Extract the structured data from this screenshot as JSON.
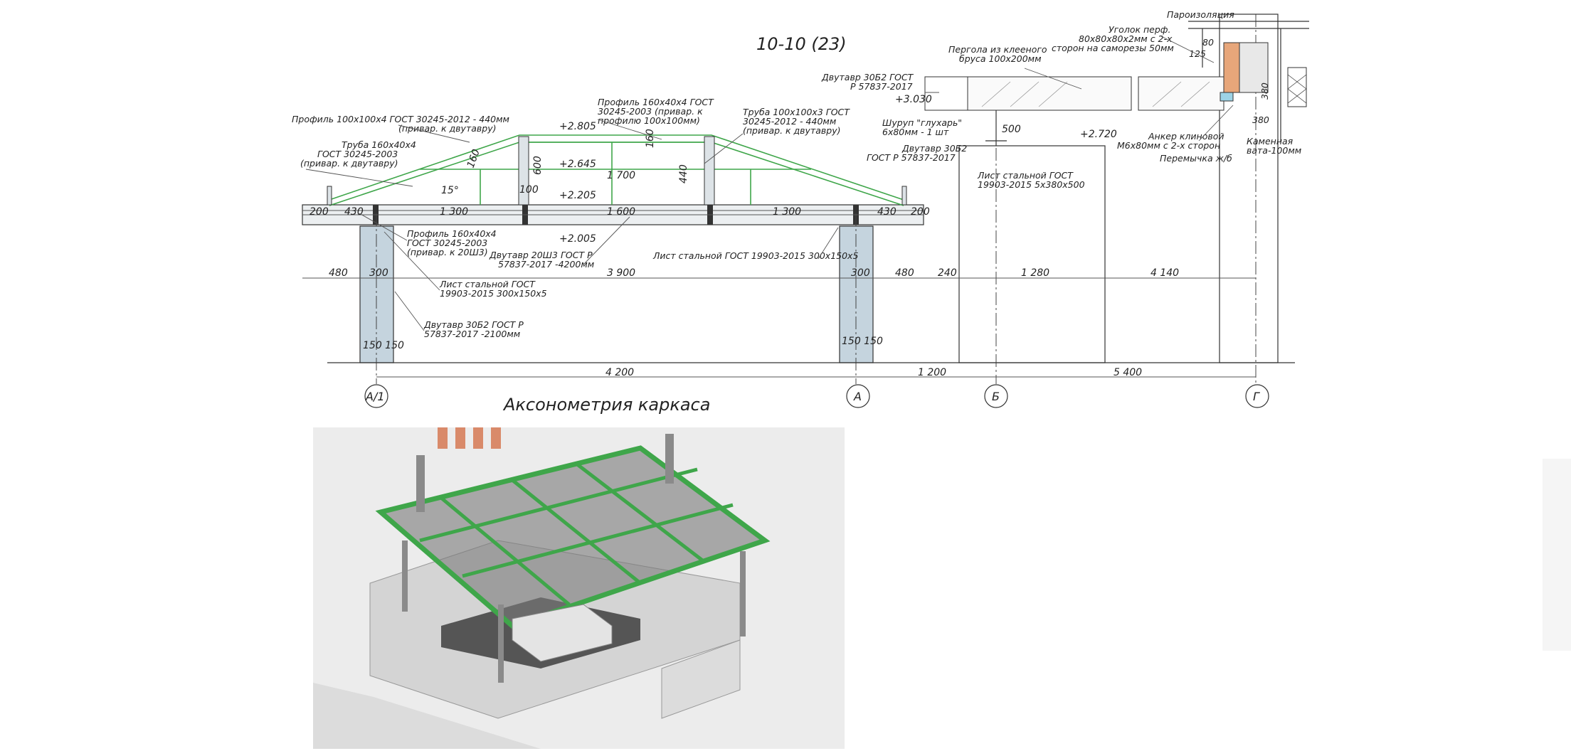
{
  "title": "10-10 (23)",
  "axonometry_title": "Аксонометрия каркаса",
  "axes": [
    "А/1",
    "А",
    "Б",
    "Г"
  ],
  "dims": {
    "top_row": [
      "200",
      "430",
      "1 300",
      "1 600",
      "1 300",
      "430",
      "200"
    ],
    "mid_row": [
      "480",
      "300",
      "3 900",
      "300",
      "480",
      "240",
      "1 280",
      "4 140"
    ],
    "bottom_row": [
      "4 200",
      "1 200",
      "5 400"
    ],
    "col_a1": "150 150",
    "col_a": "150 150",
    "truss": [
      "600",
      "100",
      "1 700",
      "440",
      "160",
      "160",
      "15°"
    ],
    "pergola": "500",
    "detail": [
      "125",
      "80",
      "380",
      "380"
    ]
  },
  "levels": [
    "+2.805",
    "+2.645",
    "+2.205",
    "+2.005",
    "+3.030",
    "+2.720"
  ],
  "notes": {
    "n1": [
      "Профиль 100х100х4 ГОСТ 30245-2012 - 440мм",
      "(привар. к двутавру)"
    ],
    "n2": [
      "Труба 160х40х4",
      "ГОСТ 30245-2003",
      "(привар. к двутавру)"
    ],
    "n3": [
      "Профиль 160х40х4 ГОСТ",
      "30245-2003 (привар. к",
      "профилю 100х100мм)"
    ],
    "n4": [
      "Труба 100х100х3 ГОСТ",
      "30245-2012 - 440мм",
      "(привар. к двутавру)"
    ],
    "n5": [
      "Профиль 160х40х4",
      "ГОСТ 30245-2003",
      "(привар. к 20Ш3)"
    ],
    "n6": [
      "Двутавр 20Ш3 ГОСТ Р",
      "57837-2017 -4200мм"
    ],
    "n7": [
      "Лист стальной ГОСТ",
      "19903-2015 300х150х5"
    ],
    "n8": [
      "Двутавр 30Б2 ГОСТ Р",
      "57837-2017 -2100мм"
    ],
    "n9": [
      "Лист стальной ГОСТ 19903-2015 300х150х5"
    ],
    "n10": [
      "Двутавр 30Б2 ГОСТ",
      "Р 57837-2017"
    ],
    "n11": [
      "Пергола из клееного",
      "бруса 100х200мм"
    ],
    "n12": [
      "Шуруп \"глухарь\"",
      "6х80мм - 1 шт"
    ],
    "n13": [
      "Двутавр 30Б2",
      "ГОСТ Р 57837-2017"
    ],
    "n14": [
      "Лист стальной ГОСТ",
      "19903-2015 5х380х500"
    ],
    "n15": [
      "Уголок перф.",
      "80х80х80х2мм с 2-х",
      "сторон на саморезы 50мм"
    ],
    "n16": [
      "Пароизоляция"
    ],
    "n17": [
      "Анкер клиновой",
      "М6х80мм с 2-х сторон"
    ],
    "n18": [
      "Перемычка ж/б"
    ],
    "n19": [
      "Каменная",
      "вата-100мм"
    ]
  },
  "colors": {
    "steel_green": "#3fa64a",
    "column_fill": "#c5d4de",
    "line": "#333333"
  }
}
